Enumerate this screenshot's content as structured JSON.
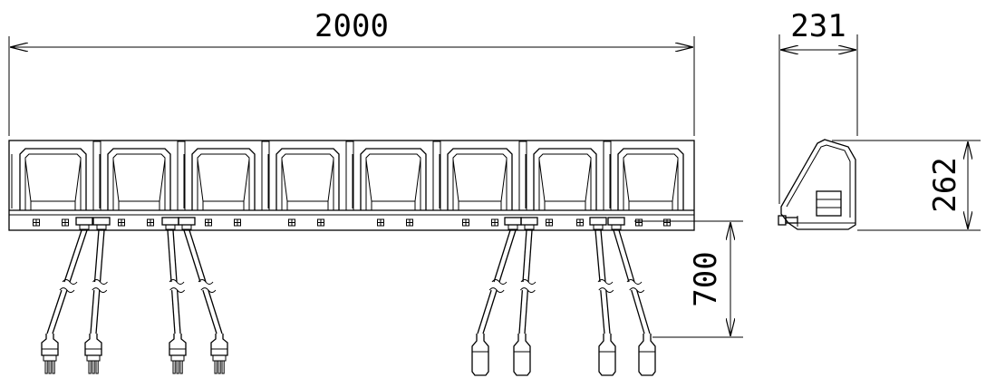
{
  "dimensions": {
    "length": "2000",
    "depth": "231",
    "height": "262",
    "cable_length": "700"
  },
  "front_view": {
    "bay_count": 8,
    "cable_groups": [
      {
        "plug": "male-plug",
        "count": 2
      },
      {
        "plug": "male-plug",
        "count": 2
      },
      {
        "plug": "female-connector",
        "count": 2
      },
      {
        "plug": "female-connector",
        "count": 2
      }
    ]
  },
  "colors": {
    "line": "#000000",
    "background": "#ffffff"
  }
}
